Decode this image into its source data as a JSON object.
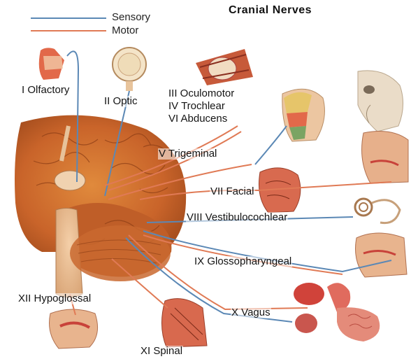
{
  "title": "Cranial Nerves",
  "legend": {
    "sensory": "Sensory",
    "motor": "Motor"
  },
  "colors": {
    "sensory": "#5b88b5",
    "motor": "#e07a55",
    "brain": "#d9772f",
    "skin": "#f2c9a6"
  },
  "labels": {
    "olfactory": "I Olfactory",
    "optic": "II Optic",
    "oculomotor": "III Oculomotor",
    "trochlear": "IV Trochlear",
    "abducens": "VI Abducens",
    "trigeminal": "V Trigeminal",
    "facial": "VII Facial",
    "vestibulocochlear": "VIII Vestibulocochlear",
    "glossopharyngeal": "IX Glossopharyngeal",
    "hypoglossal": "XII Hypoglossal",
    "vagus": "X Vagus",
    "spinal": "XI Spinal"
  }
}
